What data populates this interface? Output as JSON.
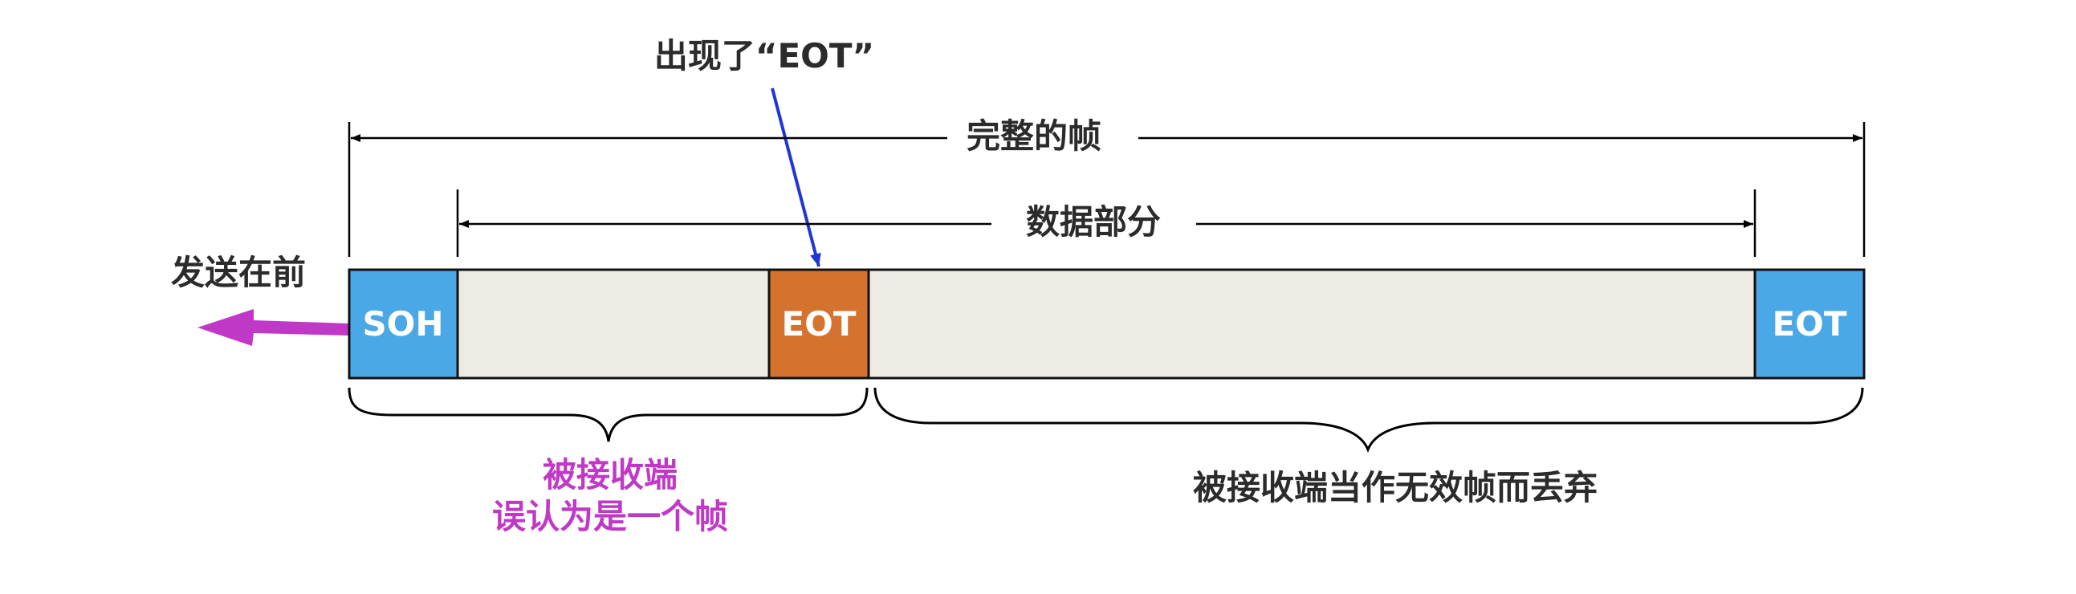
{
  "annotation_top": "出现了“EOT”",
  "full_frame_label": "完整的帧",
  "data_part_label": "数据部分",
  "send_first_label": "发送在前",
  "fields": {
    "soh": "SOH",
    "eot_middle": "EOT",
    "eot_end": "EOT"
  },
  "left_brace_label": {
    "line1": "被接收端",
    "line2": "误认为是一个帧"
  },
  "right_brace_label": "被接收端当作无效帧而丢弃",
  "colors": {
    "soh": "#4aa8e6",
    "eot_middle": "#d5722e",
    "data": "#edebe4",
    "eot_end": "#4aa8e6",
    "purple": "#c039c6",
    "blue_arrow": "#1f35d6"
  }
}
